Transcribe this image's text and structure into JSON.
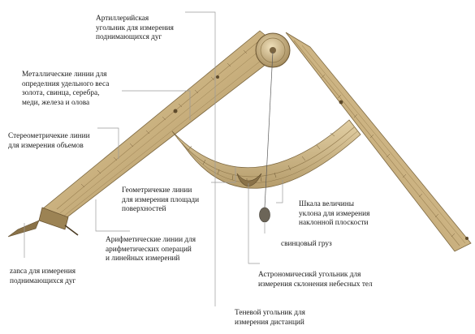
{
  "labels": {
    "artillery": [
      "Артиллерийская",
      "угольник для измерения",
      "поднимающихся дуг"
    ],
    "metallic": [
      "Металлические линии для",
      "определния удельного веса",
      "золота, свинца, серебра,",
      "меди, железа и олова"
    ],
    "stereo": [
      "Стереометричекие линии",
      "для измерения объемов"
    ],
    "geometric": [
      "Геометричекие линии",
      "для измерения площади",
      "поверхностей"
    ],
    "slope": [
      "Шкала величины",
      "уклона для измерения",
      "наклонной плоскости"
    ],
    "lead": [
      "свинцовый груз"
    ],
    "arithmetic": [
      "Арифметические линии для",
      "арифметических операций",
      "и линейных измерений"
    ],
    "foot": [
      "zanca для измерения",
      "поднимающихся дуг"
    ],
    "astro": [
      "Астрономичесикй угольник для",
      "измерения склонения небесных тел"
    ],
    "shadow": [
      "Теневой угольник для",
      "измерения дистанций"
    ]
  },
  "colors": {
    "brass_light": "#d9c49a",
    "brass_mid": "#bfa675",
    "brass_dark": "#8c7548",
    "leader_line": "#9a9a9a",
    "text": "#1a1a1a"
  }
}
